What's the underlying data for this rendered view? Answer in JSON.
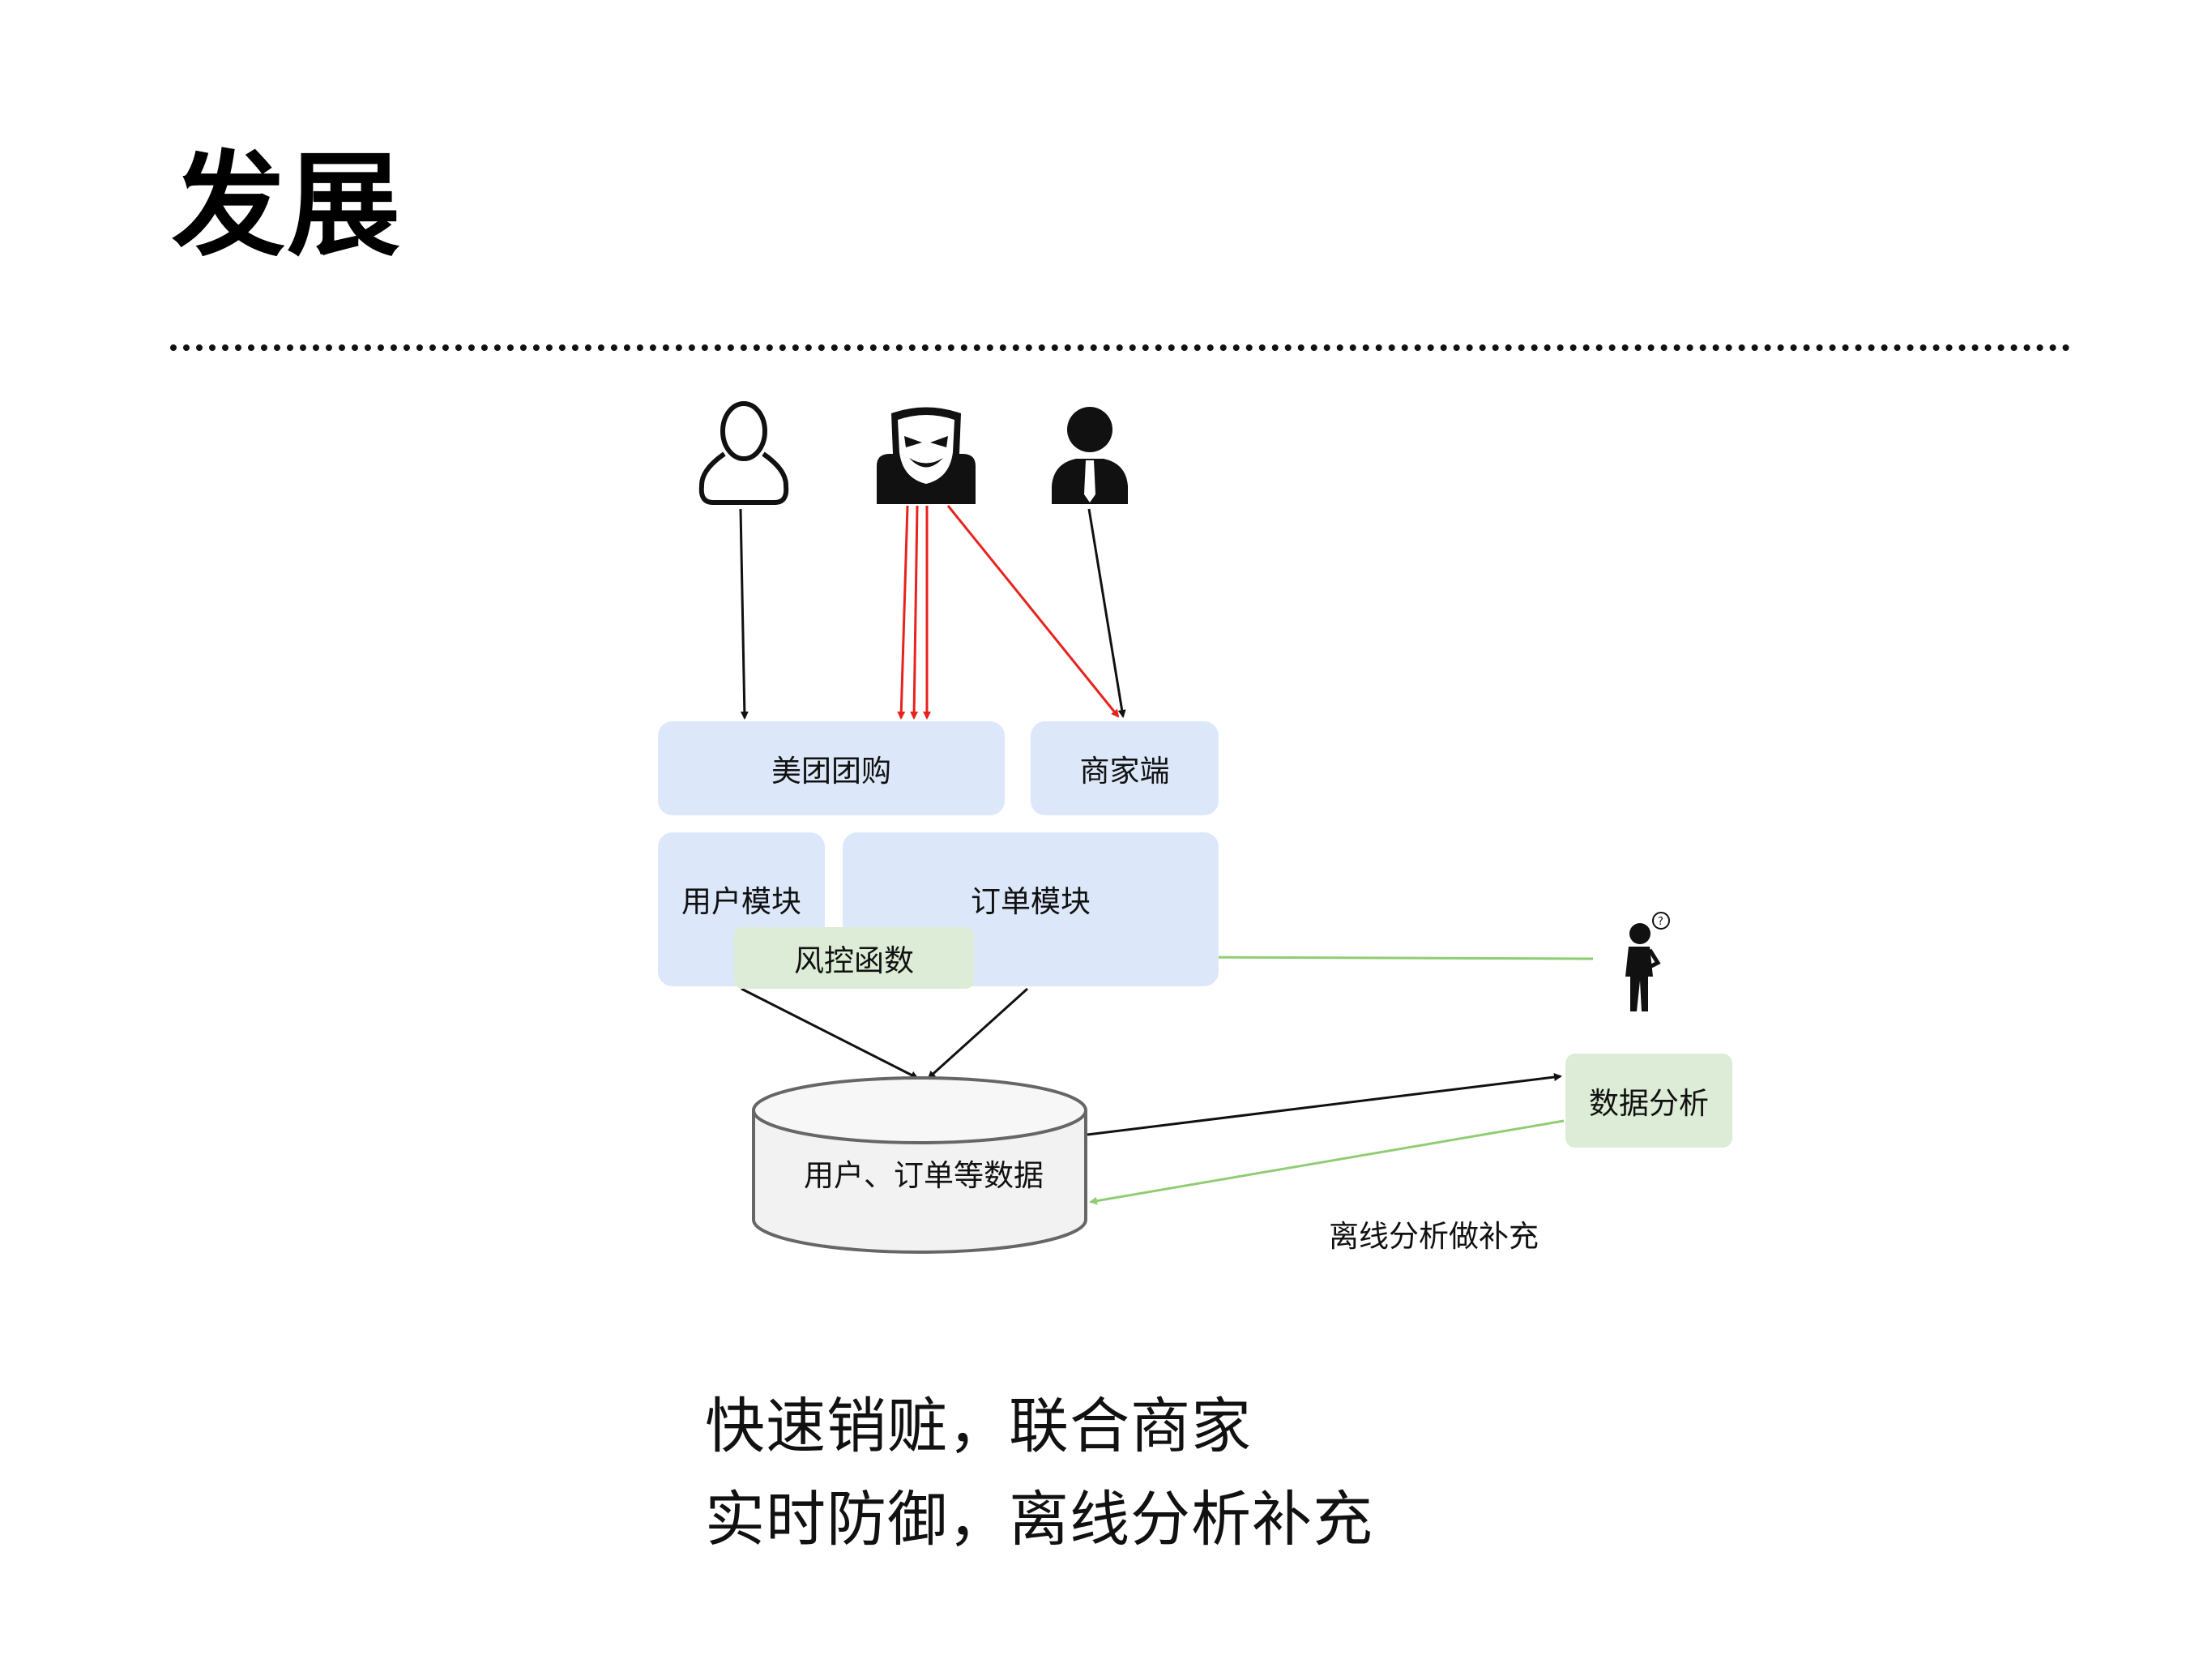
{
  "page": {
    "title": "发展"
  },
  "diagram": {
    "boxes": {
      "group_buy": "美团团购",
      "merchant": "商家端",
      "user_module": "用户模块",
      "order_module": "订单模块",
      "risk_function": "风控函数",
      "data_analysis": "数据分析"
    },
    "database_label": "用户、订单等数据",
    "offline_label": "离线分析做补充",
    "icons": {
      "normal_user": "user-outline-icon",
      "attacker": "masked-attacker-icon",
      "merchant": "businessman-icon",
      "analyst": "thinking-person-icon"
    },
    "colors": {
      "attack_arrow": "#e8221c",
      "normal_arrow": "#111111",
      "feedback_arrow": "#8fcd72",
      "box_blue": "#dce8fa",
      "box_green": "#dcecd6"
    }
  },
  "summary": {
    "line1": "快速销赃，联合商家",
    "line2": "实时防御，离线分析补充"
  }
}
